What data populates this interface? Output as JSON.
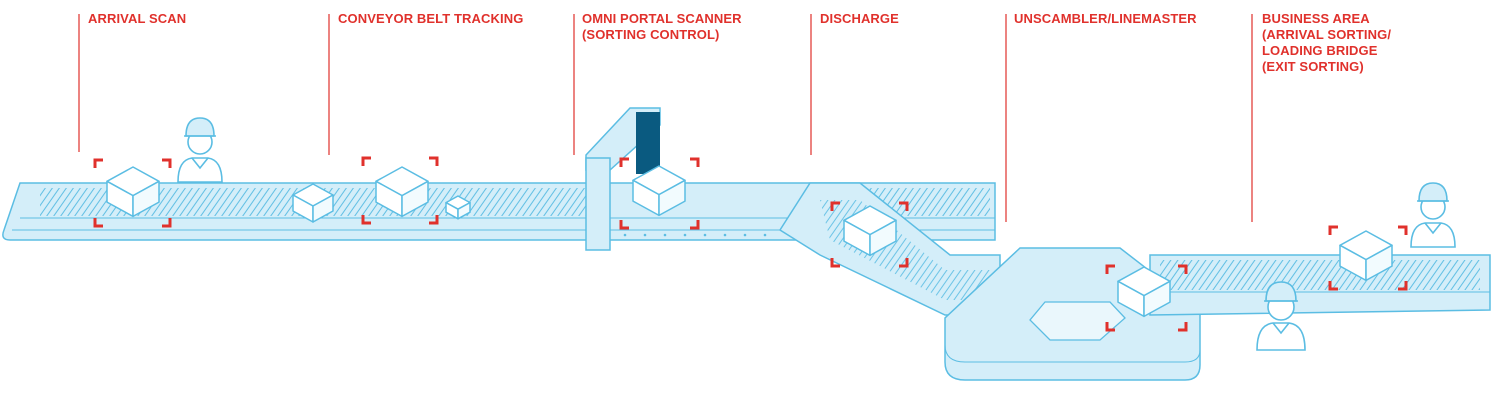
{
  "stages": [
    {
      "id": "arrival-scan",
      "lines": [
        "ARRIVAL SCAN"
      ]
    },
    {
      "id": "conveyor-belt-tracking",
      "lines": [
        "CONVEYOR BELT TRACKING"
      ]
    },
    {
      "id": "omni-portal-scanner",
      "lines": [
        "OMNI PORTAL SCANNER",
        "(SORTING CONTROL)"
      ]
    },
    {
      "id": "discharge",
      "lines": [
        "DISCHARGE"
      ]
    },
    {
      "id": "unscambler-linemaster",
      "lines": [
        "UNSCAMBLER/LINEMASTER"
      ]
    },
    {
      "id": "business-area",
      "lines": [
        "BUSINESS AREA",
        "(ARRIVAL SORTING/",
        "LOADING BRIDGE",
        "(EXIT SORTING)"
      ]
    }
  ],
  "colors": {
    "accent": "#e0312c",
    "belt_fill": "#d4eef9",
    "belt_stroke": "#5bbde3",
    "box_fill": "#ffffff",
    "scanner_dark": "#0a5a80"
  },
  "icons": [
    "worker-icon",
    "parcel-icon",
    "scan-bracket-icon",
    "portal-scanner-icon",
    "turntable-icon"
  ]
}
